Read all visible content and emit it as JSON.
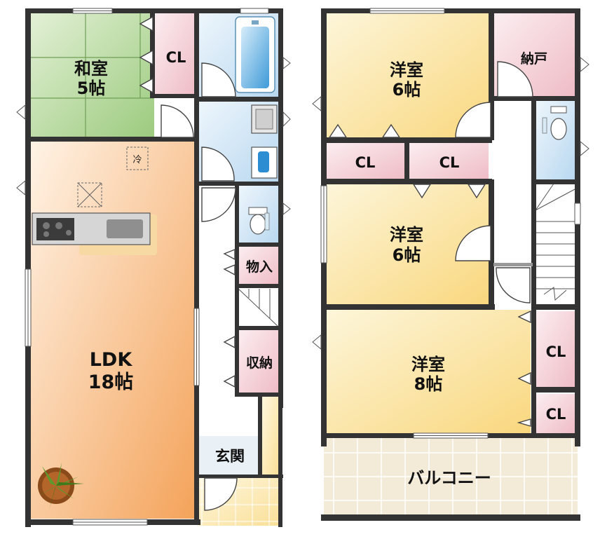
{
  "floor1": {
    "washitsu": {
      "name": "和室",
      "size": "5帖"
    },
    "washitsu_closet": "CL",
    "ldk": {
      "name": "LDK",
      "size": "18帖"
    },
    "fridge": "冷",
    "storage_small": "物入",
    "storage": "収納",
    "entrance": "玄関"
  },
  "floor2": {
    "room_a": {
      "name": "洋室",
      "size": "6帖"
    },
    "nando": "納戸",
    "closet_a": "CL",
    "closet_b": "CL",
    "room_b": {
      "name": "洋室",
      "size": "6帖"
    },
    "room_c": {
      "name": "洋室",
      "size": "8帖"
    },
    "closet_c": "CL",
    "closet_d": "CL",
    "balcony": "バルコニー"
  },
  "colors": {
    "tatami": "#a8d08d",
    "ldk": "#f7b77a",
    "western_room": "#fbe6a8",
    "closet": "#f6d6dc",
    "wet_area": "#cfe3f3",
    "entrance_tile": "#fbecc0",
    "balcony": "#f3ead8",
    "wall": "#333333"
  }
}
